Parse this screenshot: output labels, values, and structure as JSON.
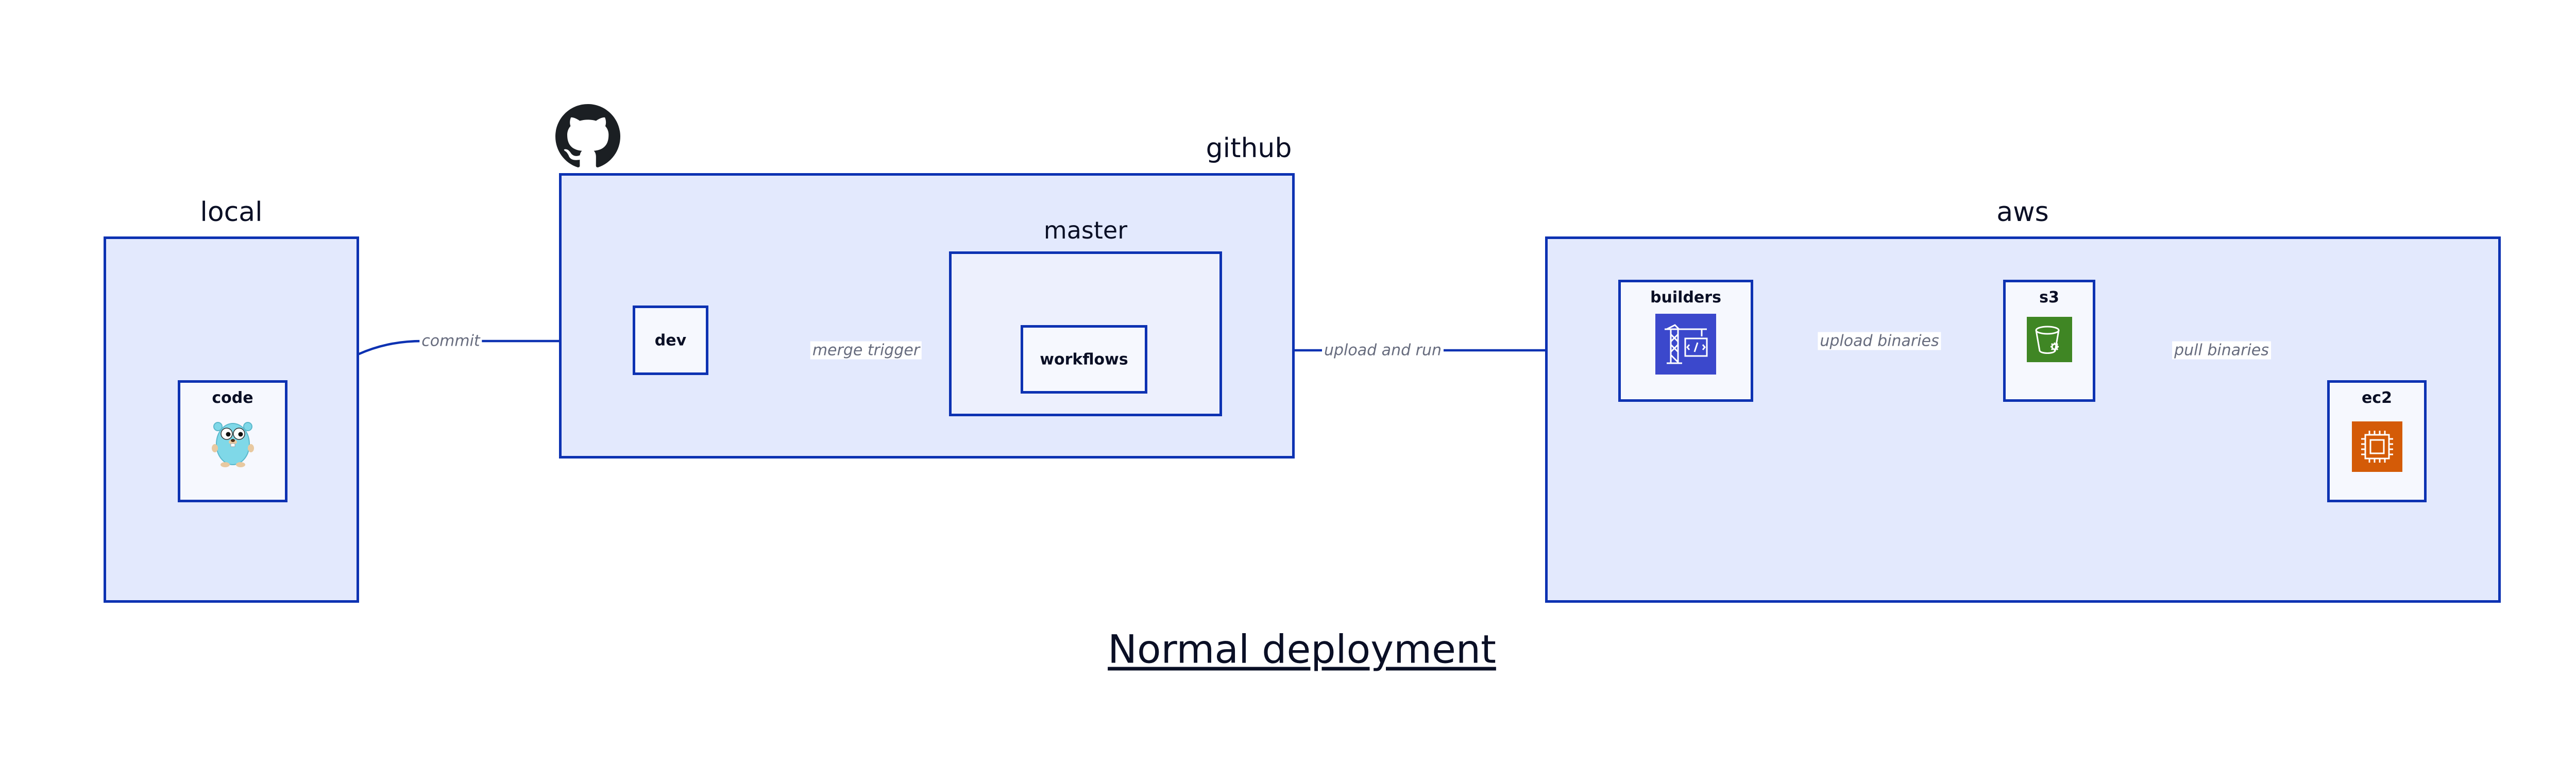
{
  "title": "Normal deployment",
  "groups": {
    "local": "local",
    "github": "github",
    "master": "master",
    "aws": "aws"
  },
  "nodes": {
    "code": "code",
    "dev": "dev",
    "workflows": "workflows",
    "builders": "builders",
    "s3": "s3",
    "ec2": "ec2"
  },
  "edges": {
    "commit": "commit",
    "merge_trigger": "merge trigger",
    "upload_and_run": "upload and run",
    "upload_binaries": "upload binaries",
    "pull_binaries": "pull binaries"
  },
  "icons": {
    "code": "gopher-icon",
    "github": "github-icon",
    "builders": "aws-codebuild-icon",
    "s3": "aws-s3-bucket-icon",
    "ec2": "aws-ec2-chip-icon"
  },
  "colors": {
    "stroke": "#0d32b2",
    "group_fill": "#e3e9fd",
    "inner_fill": "#edf0fd",
    "node_fill": "#f6f8fe",
    "edge_label": "#676c7e",
    "codebuild": "#3b48cc",
    "s3": "#3f8624",
    "ec2": "#d45b07"
  }
}
